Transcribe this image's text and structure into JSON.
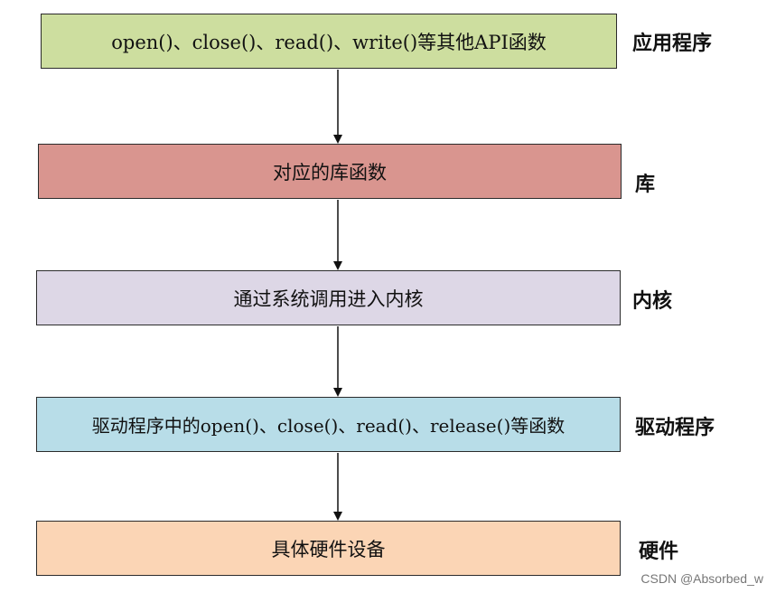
{
  "layers": [
    {
      "box_text": "open()、close()、read()、write()等其他API函数",
      "side_label": "应用程序",
      "fill": "#cdde9f"
    },
    {
      "box_text": "对应的库函数",
      "side_label": "库",
      "fill": "#d9958f"
    },
    {
      "box_text": "通过系统调用进入内核",
      "side_label": "内核",
      "fill": "#ddd7e6"
    },
    {
      "box_text": "驱动程序中的open()、close()、read()、release()等函数",
      "side_label": "驱动程序",
      "fill": "#b8dde8"
    },
    {
      "box_text": "具体硬件设备",
      "side_label": "硬件",
      "fill": "#fbd5b5"
    }
  ],
  "watermark": "CSDN @Absorbed_w"
}
